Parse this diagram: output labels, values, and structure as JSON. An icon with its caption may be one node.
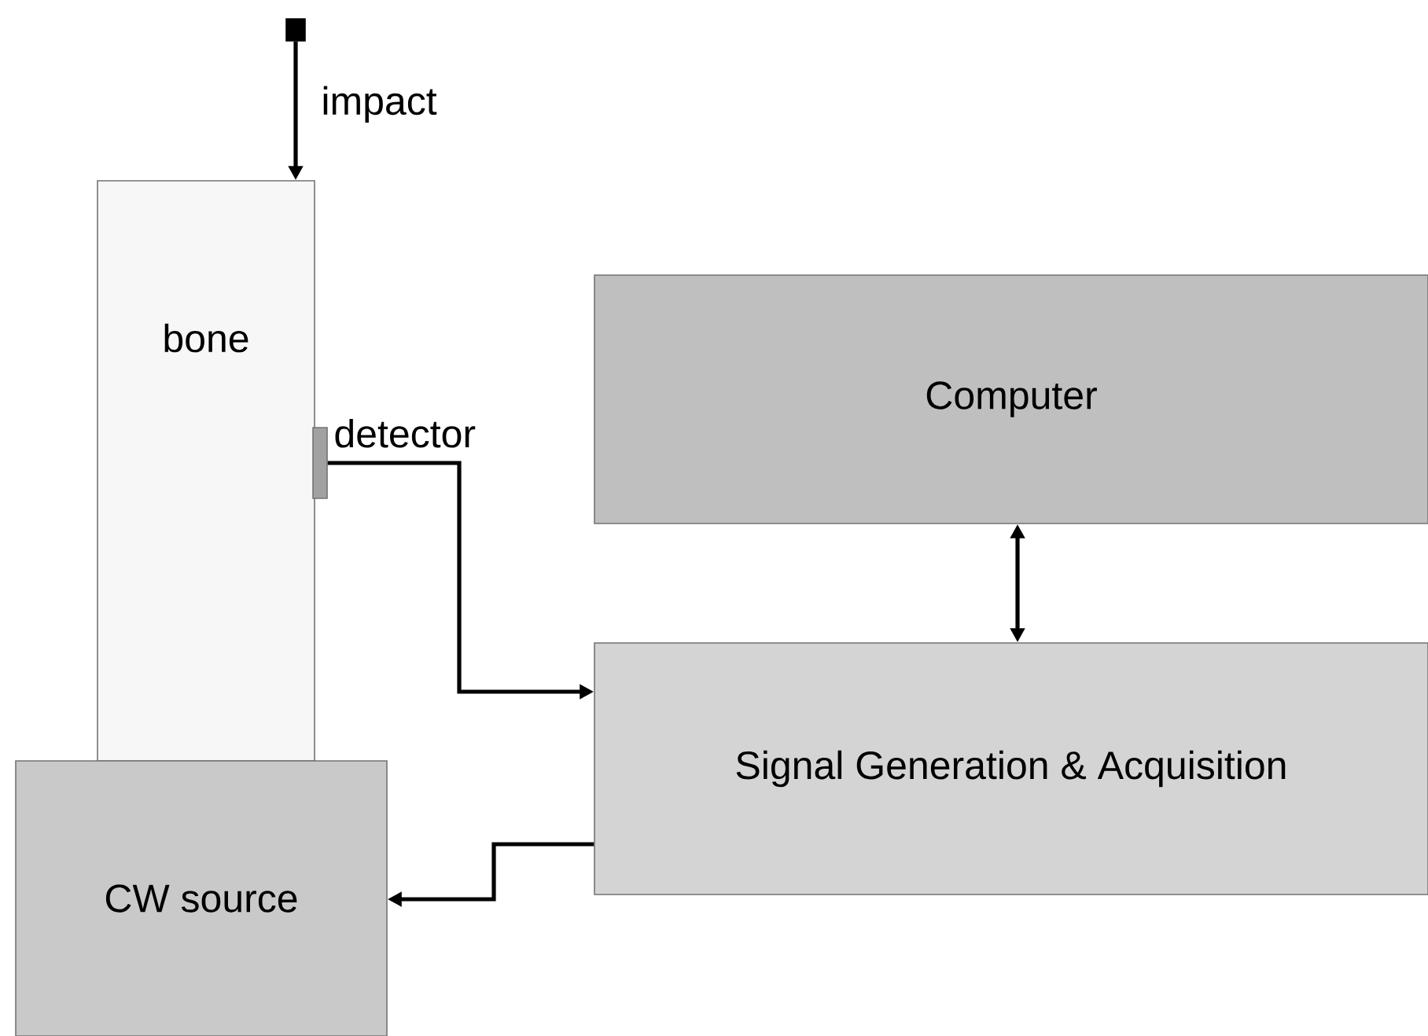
{
  "diagram": {
    "nodes": [
      {
        "text": [],
        "shape": "box"
      },
      {
        "text": [
          "bone"
        ]
      },
      {
        "text": [],
        "shape": "box",
        "beside": [
          "detector"
        ]
      },
      {
        "text": [
          "Computer"
        ]
      },
      {
        "text": [
          "Signal Generation & Acquisition"
        ]
      },
      {
        "text": [
          "CW  source"
        ]
      }
    ],
    "edges": [
      {
        "from": 0,
        "to": 1,
        "arrow": "to",
        "label": "impact"
      },
      {
        "from": 2,
        "to": 4,
        "arrow": "to"
      },
      {
        "from": 3,
        "to": 4,
        "arrow": "both"
      },
      {
        "from": 4,
        "to": 5,
        "arrow": "to"
      }
    ]
  }
}
